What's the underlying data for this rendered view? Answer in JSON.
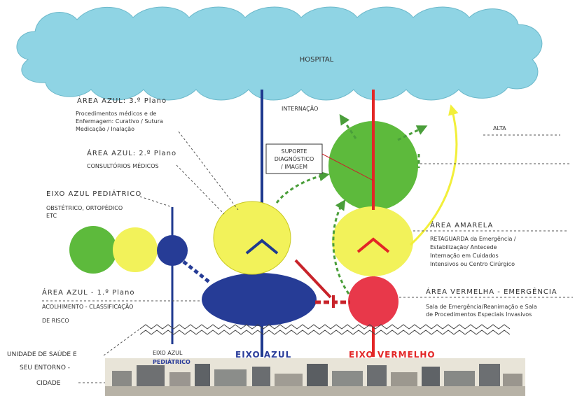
{
  "hospital": "HOSPITAL",
  "internacao": "INTERNAÇÃO",
  "alta": "ALTA",
  "suporte": [
    "SUPORTE",
    "DIAGNÓSTICO",
    "/ IMAGEM"
  ],
  "area3": {
    "title": "ÁREA AZUL: 3.º Plano",
    "lines": [
      "Procedimentos médicos e de",
      "Enfermagem: Curativo / Sutura",
      "Medicação / Inalação"
    ]
  },
  "area2": {
    "title": "ÁREA AZUL: 2.º Plano",
    "line": "CONSULTÓRIOS MÉDICOS"
  },
  "pediatrico": {
    "title": "EIXO AZUL PEDIÁTRICO",
    "lines": [
      "OBSTÉTRICO, ORTOPÉDICO",
      "ETC"
    ]
  },
  "area1": {
    "title": "ÁREA AZUL - 1.º Plano",
    "lines": [
      "ACOLHIMENTO - CLASSIFICAÇÃO",
      "DE RISCO"
    ]
  },
  "amarela": {
    "title": "ÁREA AMARELA",
    "lines": [
      "RETAGUARDA da Emergência /",
      "Estabilização/ Antecede",
      "Internação em Cuidados",
      "Intensivos ou Centro Cirúrgico"
    ]
  },
  "vermelha": {
    "title": "ÁREA VERMELHA - EMERGÊNCIA",
    "lines": [
      "Sala de Emergência/Reanimação e Sala",
      "de Procedimentos Especiais Invasivos"
    ]
  },
  "unidade": [
    "UNIDADE DE SAÚDE E",
    "SEU ENTORNO -",
    "CIDADE"
  ],
  "eixo_azul_ped": [
    "EIXO AZUL",
    "PEDIÁTRICO"
  ],
  "eixo_azul": "EIXO AZUL",
  "eixo_vermelho": "EIXO VERMELHO",
  "colors": {
    "cloud": "#8fd4e4",
    "blue": "#263c96",
    "blue_axis": "#1f3a8f",
    "yellow": "#f2f25a",
    "green": "#5dba3c",
    "red": "#e8384a",
    "red_axis": "#e32626",
    "arrow_green": "#4a9e3a",
    "arrow_yellow": "#f2ef3a"
  }
}
